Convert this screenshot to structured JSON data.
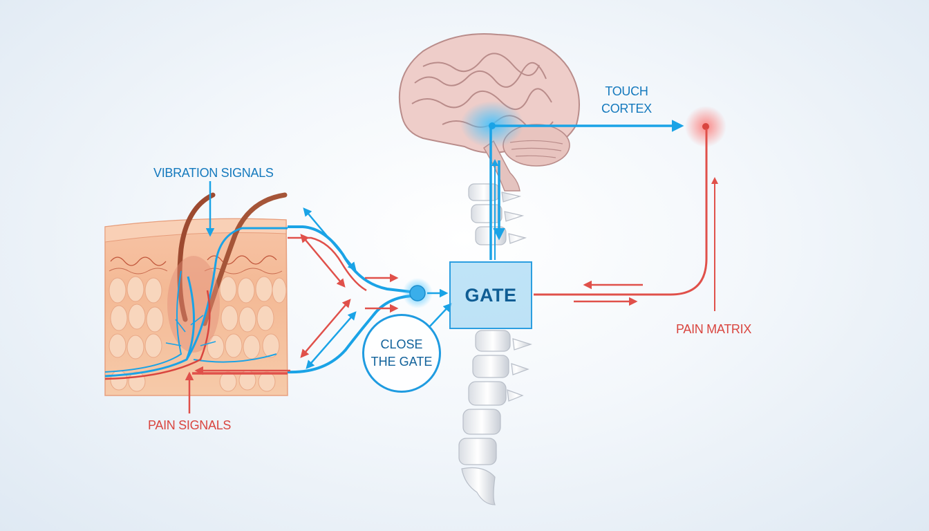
{
  "labels": {
    "vibration_signals": "VIBRATION SIGNALS",
    "pain_signals": "PAIN SIGNALS",
    "touch_cortex": "TOUCH\nCORTEX",
    "gate": "GATE",
    "close_the_gate": "CLOSE\nTHE GATE",
    "pain_matrix": "PAIN MATRIX"
  },
  "colors": {
    "touch_pathway": "#1aa3e6",
    "pain_pathway": "#e0504a",
    "gate_fill": "#8ccdf0",
    "label_blue": "#1479bd",
    "label_red": "#d9453f"
  },
  "icons": [
    "brain-icon",
    "spine-icon",
    "skin-cross-section-icon",
    "hair-follicle-icon",
    "nerve-node-icon"
  ]
}
